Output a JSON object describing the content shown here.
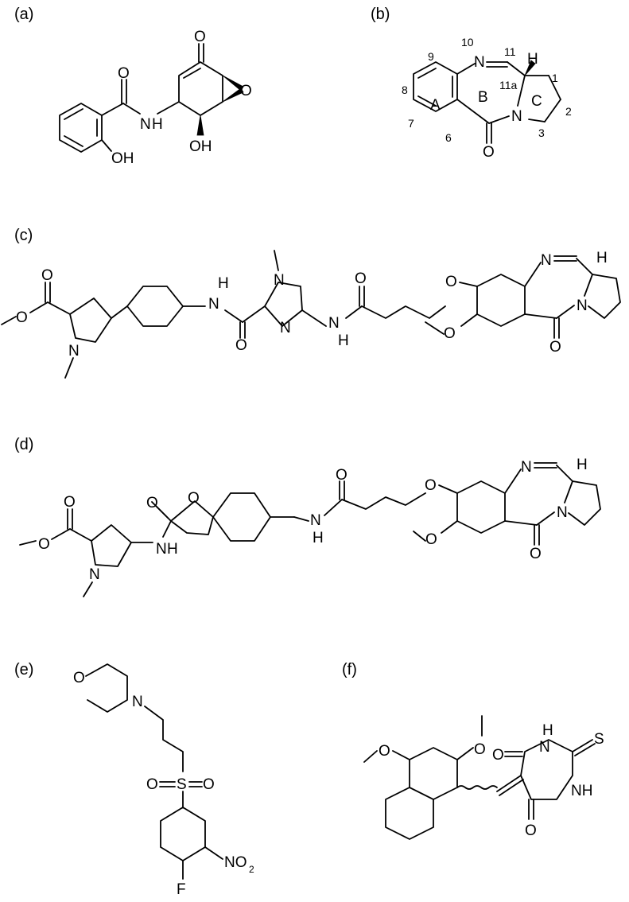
{
  "panels": [
    {
      "label": "(a)",
      "atoms": {
        "o_ketone": "O",
        "o_epoxide": "O",
        "nh": "N",
        "h_amide": "H",
        "oh1": "OH",
        "oh2": "OH",
        "o_amide": "O"
      }
    },
    {
      "label": "(b)",
      "atoms": {
        "n10": "N",
        "h": "H",
        "n4": "N",
        "o": "O"
      },
      "numbers": {
        "n10": "10",
        "n11": "11",
        "n11a": "11a",
        "n1": "1",
        "n2": "2",
        "n3": "3",
        "n6": "6",
        "n7": "7",
        "n8": "8",
        "n9": "9"
      },
      "ring_labels": {
        "a": "A",
        "b": "B",
        "c": "C"
      }
    },
    {
      "label": "(c)",
      "atoms": {
        "o_ester_db": "O",
        "o_ester": "O",
        "n_pyrrole": "N",
        "nh1": "N",
        "h1": "H",
        "n_imid": "N",
        "n_imid2": "N",
        "o_amide1": "O",
        "nh2": "N",
        "h2": "H",
        "o_amide2": "O",
        "o_ether": "O",
        "o_meo": "O",
        "n_pbd1": "N",
        "h_pbd": "H",
        "n_pbd2": "N",
        "o_pbd": "O"
      }
    },
    {
      "label": "(d)",
      "atoms": {
        "o_ester_db": "O",
        "o_ester": "O",
        "n_pyrrole": "N",
        "nh1": "N",
        "h1": "H",
        "o_furan": "O",
        "o_amide1": "O",
        "nh2": "N",
        "h2": "H",
        "o_amide2": "O",
        "o_ether": "O",
        "o_meo": "O",
        "n_pbd1": "N",
        "h_pbd": "H",
        "n_pbd2": "N",
        "o_pbd": "O"
      }
    },
    {
      "label": "(e)",
      "atoms": {
        "o_morph": "O",
        "n_morph": "N",
        "s": "S",
        "o1": "O",
        "o2": "O",
        "f": "F",
        "no2": "NO",
        "no2_sub": "2"
      }
    },
    {
      "label": "(f)",
      "atoms": {
        "o_meo1": "O",
        "o_meo2": "O",
        "o_top": "O",
        "nh_top": "N",
        "h_top": "H",
        "s": "S",
        "nh_right": "NH",
        "o_bottom": "O"
      }
    }
  ]
}
